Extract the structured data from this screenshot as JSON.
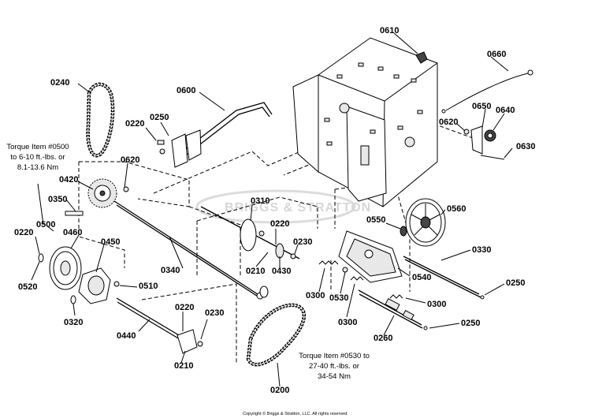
{
  "parts": {
    "p0610": "0610",
    "p0660": "0660",
    "p0240": "0240",
    "p0600": "0600",
    "p0250a": "0250",
    "p0220a": "0220",
    "p0650": "0650",
    "p0640": "0640",
    "p0620a": "0620",
    "p0630": "0630",
    "p0620b": "0620",
    "p0420": "0420",
    "p0350": "0350",
    "p0500": "0500",
    "p0310": "0310",
    "p0220b": "0220",
    "p0560": "0560",
    "p0550": "0550",
    "p0220c": "0220",
    "p0460": "0460",
    "p0450": "0450",
    "p0230a": "0230",
    "p0330": "0330",
    "p0520": "0520",
    "p0340": "0340",
    "p0210a": "0210",
    "p0430": "0430",
    "p0540": "0540",
    "p0250b": "0250",
    "p0510": "0510",
    "p0300a": "0300",
    "p0530": "0530",
    "p0300b": "0300",
    "p0320": "0320",
    "p0220d": "0220",
    "p0230b": "0230",
    "p0300c": "0300",
    "p0250c": "0250",
    "p0440": "0440",
    "p0260": "0260",
    "p0210b": "0210",
    "p0200": "0200"
  },
  "notes": {
    "torque_a": [
      "Torque Item #0500",
      "to 6-10 ft.-lbs. or",
      "8.1-13.6 Nm"
    ],
    "torque_b": [
      "Torque Item #0530 to",
      "27-40 ft.-lbs. or",
      "34-54 Nm"
    ]
  },
  "watermark": "BRIGGS & STRATTON",
  "copyright": "Copyright © Briggs & Stratton, LLC. All rights reserved."
}
